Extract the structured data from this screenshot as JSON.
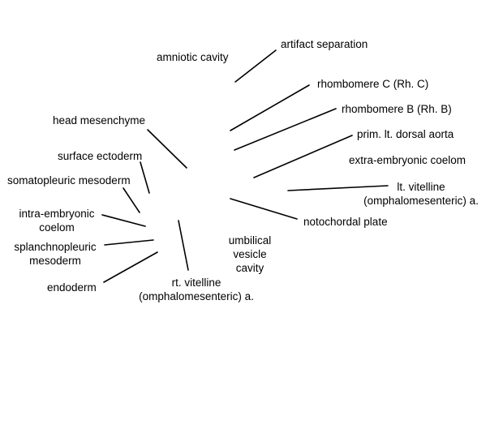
{
  "labels": {
    "amniotic_cavity": "amniotic cavity",
    "artifact_separation": "artifact separation",
    "rhombomere_c": "rhombomere C (Rh. C)",
    "rhombomere_b": "rhombomere B (Rh. B)",
    "head_mesenchyme": "head mesenchyme",
    "prim_lt_dorsal_aorta": "prim. lt. dorsal aorta",
    "surface_ectoderm": "surface ectoderm",
    "extra_embryonic_coelom": "extra-embryonic coelom",
    "somatopleuric_mesoderm": "somatopleuric mesoderm",
    "lt_vitelline_line1": "lt. vitelline",
    "lt_vitelline_line2": "(omphalomesenteric) a.",
    "intra_embryonic_coelom_line1": "intra-embryonic",
    "intra_embryonic_coelom_line2": "coelom",
    "notochordal_plate": "notochordal plate",
    "umbilical_vesicle_line1": "umbilical",
    "umbilical_vesicle_line2": "vesicle",
    "umbilical_vesicle_line3": "cavity",
    "splanchnopleuric_line1": "splanchnopleuric",
    "splanchnopleuric_line2": "mesoderm",
    "endoderm": "endoderm",
    "rt_vitelline_line1": "rt. vitelline",
    "rt_vitelline_line2": "(omphalomesenteric) a."
  },
  "colors": {
    "background": "#ffffff",
    "text": "#000000",
    "leader": "#000000"
  }
}
